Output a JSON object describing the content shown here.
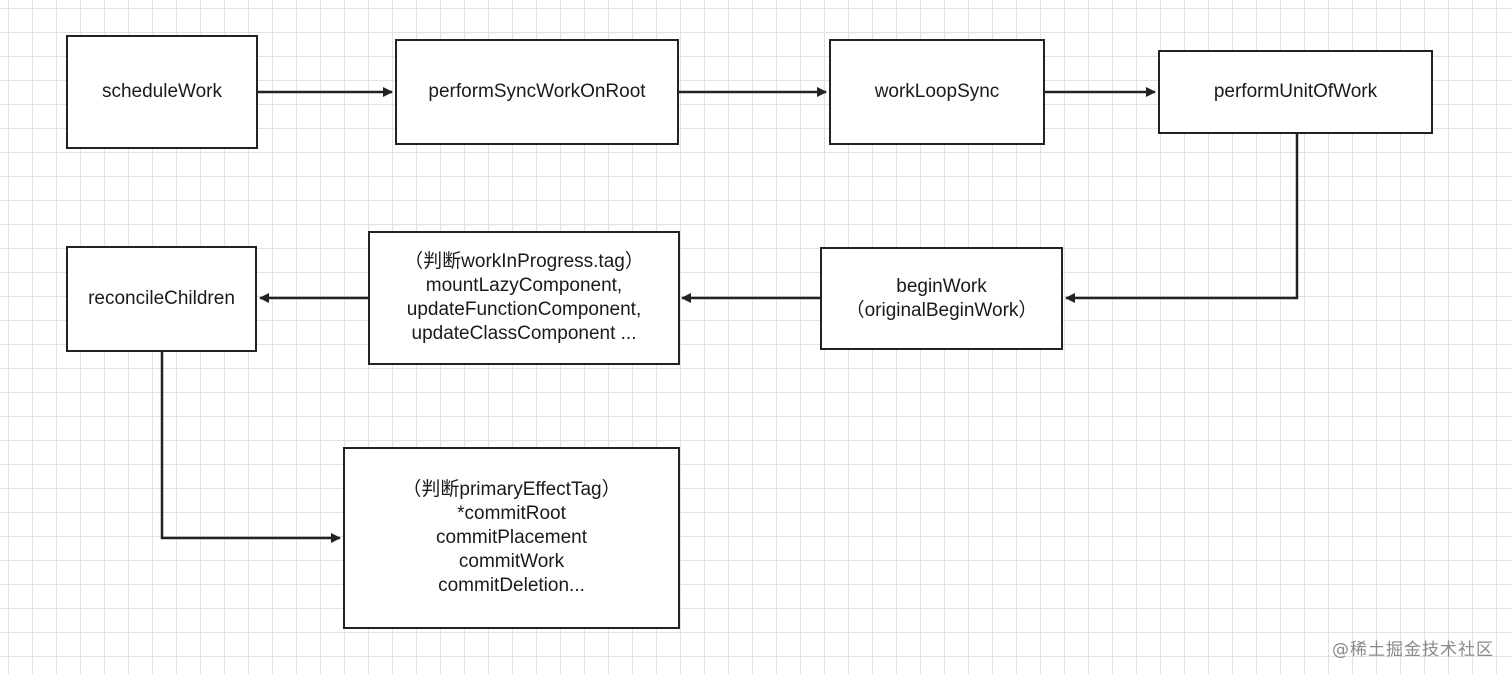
{
  "nodes": {
    "schedule_work": {
      "lines": [
        "scheduleWork"
      ]
    },
    "perform_sync_work_on_root": {
      "lines": [
        "performSyncWorkOnRoot"
      ]
    },
    "work_loop_sync": {
      "lines": [
        "workLoopSync"
      ]
    },
    "perform_unit_of_work": {
      "lines": [
        "performUnitOfWork"
      ]
    },
    "begin_work": {
      "lines": [
        "beginWork",
        "（originalBeginWork）"
      ]
    },
    "component_updaters": {
      "lines": [
        "（判断workInProgress.tag）",
        "",
        "mountLazyComponent,",
        "updateFunctionComponent,",
        "updateClassComponent ..."
      ]
    },
    "reconcile_children": {
      "lines": [
        "reconcileChildren"
      ]
    },
    "commit_phase": {
      "lines": [
        "（判断primaryEffectTag）",
        "*commitRoot",
        "commitPlacement",
        "commitWork",
        "commitDeletion..."
      ]
    }
  },
  "watermark": "@稀土掘金技术社区"
}
